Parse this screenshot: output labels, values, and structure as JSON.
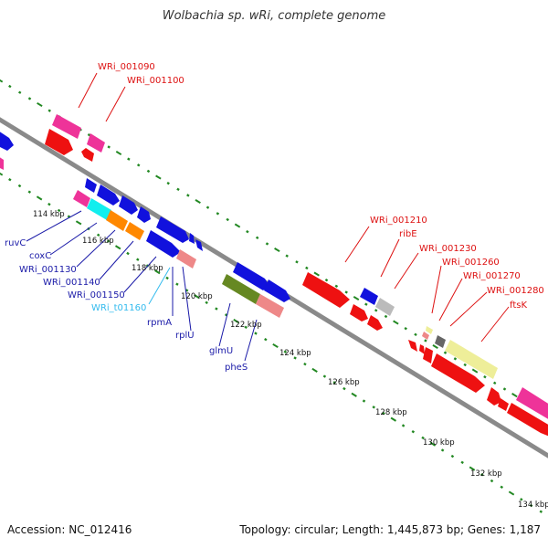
{
  "title": "Wolbachia sp. wRi, complete genome",
  "footer": {
    "accession": "Accession: NC_012416",
    "summary": "Topology: circular; Length: 1,445,873 bp; Genes: 1,187"
  },
  "colors": {
    "backbone": "#8a8a8a",
    "tick_green": "#228822",
    "label_red": "#dd1111",
    "label_blue": "#1a1aa8",
    "label_cyan": "#33bbee",
    "red": "#ee1111",
    "pink": "#ee3399",
    "blue": "#1111dd",
    "cyan": "#11eeee",
    "orange": "#ff8800",
    "olive": "#668822",
    "salmon": "#ee8888",
    "khaki": "#eeee99",
    "grey": "#bbbbbb",
    "darkgrey": "#666666"
  },
  "ruler": {
    "labels": [
      "114 kbp",
      "116 kbp",
      "118 kbp",
      "120 kbp",
      "122 kbp",
      "124 kbp",
      "126 kbp",
      "128 kbp",
      "130 kbp",
      "132 kbp",
      "134 kbp"
    ]
  },
  "genes": {
    "top": [
      "WRi_001090",
      "WRi_001100",
      "WRi_001210",
      "ribE",
      "WRi_001230",
      "WRi_001260",
      "WRi_001270",
      "WRi_001280",
      "ftsK"
    ],
    "bottom": [
      "ruvC",
      "coxC",
      "WRi_001130",
      "WRi_001140",
      "WRi_001150",
      "WRi_t01160",
      "rpmA",
      "rplU",
      "glmU",
      "pheS"
    ]
  }
}
